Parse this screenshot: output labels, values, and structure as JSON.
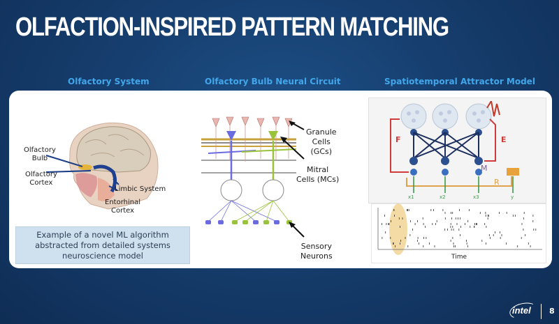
{
  "slide": {
    "title": "OLFACTION-INSPIRED PATTERN MATCHING",
    "page_number": "8"
  },
  "columns": {
    "left_heading": "Olfactory System",
    "middle_heading": "Olfactory Bulb Neural Circuit",
    "right_heading": "Spatiotemporal Attractor Model"
  },
  "olfactory_system": {
    "label_bulb_line1": "Olfactory",
    "label_bulb_line2": "Bulb",
    "label_cortex_line1": "Olfactory",
    "label_cortex_line2": "Cortex",
    "label_limbic": "Limbic System",
    "label_entorhinal_line1": "Entorhinal",
    "label_entorhinal_line2": "Cortex"
  },
  "callout": {
    "text": "Example of a novel ML algorithm abstracted from detailed systems neuroscience model"
  },
  "neural_circuit": {
    "granule_line1": "Granule",
    "granule_line2": "Cells",
    "granule_line3": "(GCs)",
    "mitral_line1": "Mitral",
    "mitral_line2": "Cells (MCs)",
    "sensory_line1": "Sensory",
    "sensory_line2": "Neurons"
  },
  "attractor_model": {
    "label_f": "F",
    "label_e": "E",
    "label_m": "M",
    "label_r": "R",
    "inputs": [
      "x1",
      "x2",
      "x3",
      "y"
    ],
    "raster_xlabel": "Time"
  },
  "logo": {
    "text": "intel"
  },
  "colors": {
    "background": "#163e6e",
    "heading": "#41a6ea",
    "callout_bg": "#cfe0ee"
  }
}
